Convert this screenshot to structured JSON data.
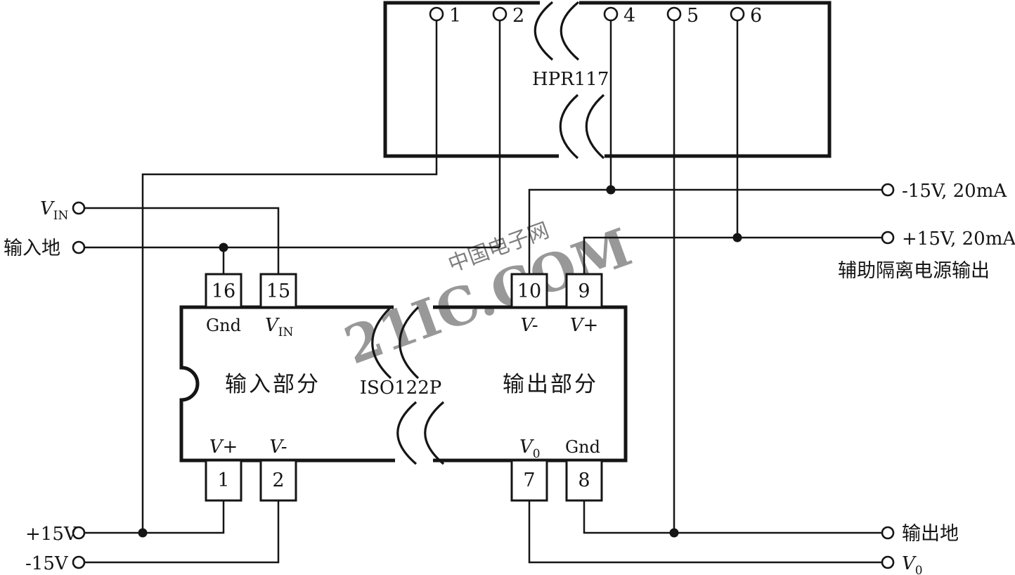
{
  "watermark": {
    "site": "中国电子网",
    "brand": "21IC.COM",
    "color": "#e07878"
  },
  "hpr117": {
    "label": "HPR117",
    "pin1": "1",
    "pin2": "2",
    "pin4": "4",
    "pin5": "5",
    "pin6": "6"
  },
  "iso122p_label": "ISO122P",
  "input_section": {
    "title": "输入部分",
    "pin16": "16",
    "pin15": "15",
    "pin1": "1",
    "pin2": "2",
    "gnd": "Gnd",
    "vin_v": "V",
    "vin_sub": "IN",
    "vplus": "V+",
    "vminus": "V-"
  },
  "output_section": {
    "title": "输出部分",
    "pin10": "10",
    "pin9": "9",
    "pin7": "7",
    "pin8": "8",
    "vminus": "V-",
    "vplus": "V+",
    "vo_v": "V",
    "vo_sub": "0",
    "gnd": "Gnd"
  },
  "terminals": {
    "vin_v": "V",
    "vin_sub": "IN",
    "input_ground": "输入地",
    "plus15": "+15V",
    "minus15": "-15V",
    "minus15_out": "-15V, 20mA",
    "plus15_out": "+15V, 20mA",
    "aux_note": "辅助隔离电源输出",
    "output_ground": "输出地",
    "vo_v": "V",
    "vo_sub": "0"
  }
}
